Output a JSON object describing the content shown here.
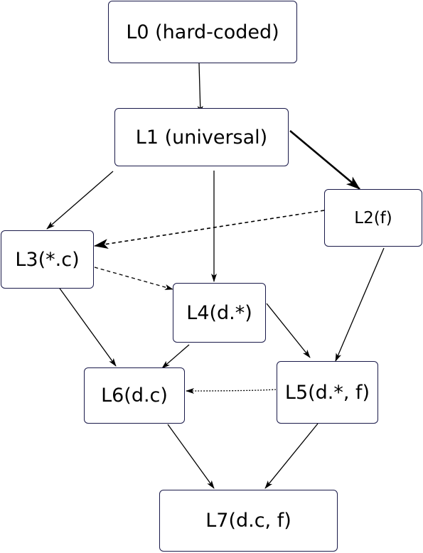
{
  "nodes": {
    "L0": "L0 (hard-coded)",
    "L1": "L1 (universal)",
    "L2": "L2(f)",
    "L3": "L3(*.c)",
    "L4": "L4(d.*)",
    "L5": "L5(d.*, f)",
    "L6": "L6(d.c)",
    "L7": "L7(d.c, f)"
  },
  "edges": [
    {
      "from": "L0",
      "to": "L1",
      "style": "solid"
    },
    {
      "from": "L1",
      "to": "L2",
      "style": "solid-bold"
    },
    {
      "from": "L1",
      "to": "L3",
      "style": "solid"
    },
    {
      "from": "L1",
      "to": "L4",
      "style": "solid"
    },
    {
      "from": "L2",
      "to": "L3",
      "style": "dashed"
    },
    {
      "from": "L2",
      "to": "L5",
      "style": "solid"
    },
    {
      "from": "L3",
      "to": "L4",
      "style": "dashed"
    },
    {
      "from": "L3",
      "to": "L6",
      "style": "solid"
    },
    {
      "from": "L4",
      "to": "L6",
      "style": "solid"
    },
    {
      "from": "L4",
      "to": "L5",
      "style": "solid"
    },
    {
      "from": "L5",
      "to": "L6",
      "style": "dotted"
    },
    {
      "from": "L6",
      "to": "L7",
      "style": "solid"
    },
    {
      "from": "L5",
      "to": "L7",
      "style": "solid"
    }
  ],
  "colors": {
    "border": "#1a1a4a",
    "edge": "#000000",
    "background": "#ffffff"
  }
}
